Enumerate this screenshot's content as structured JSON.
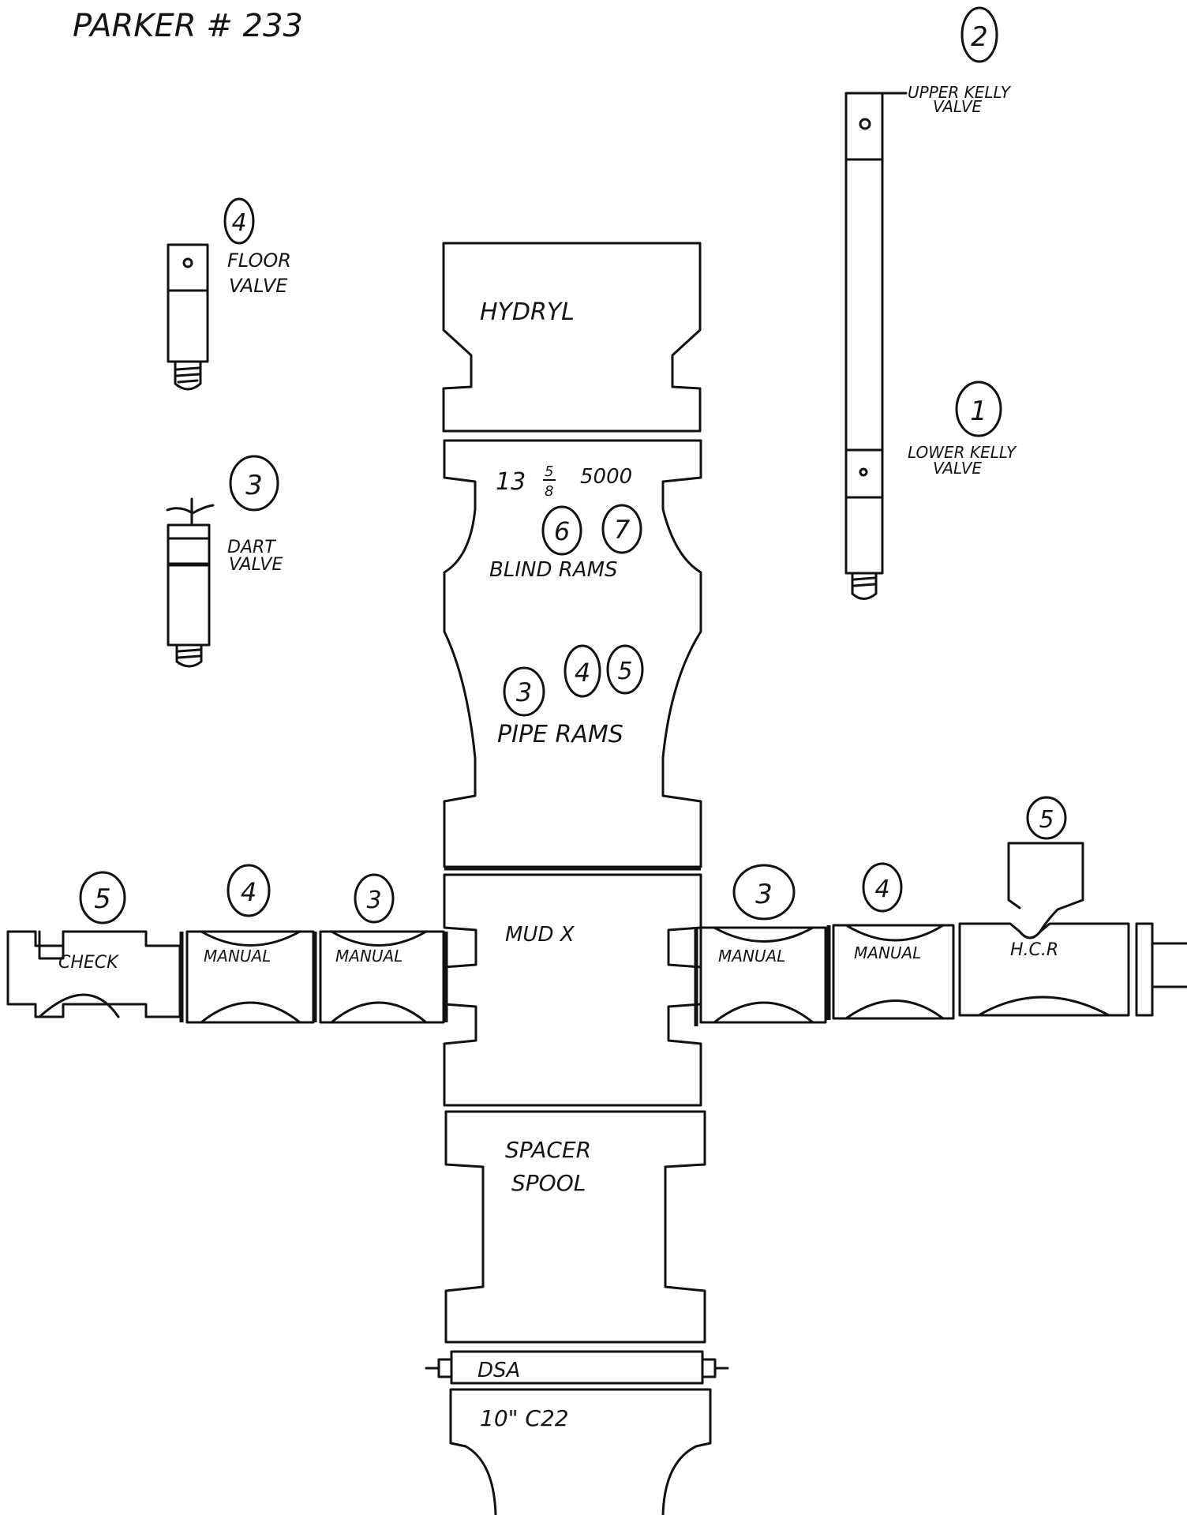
{
  "title": "PARKER # 233",
  "stack": {
    "hydril": "HYDRYL",
    "bop_size": "13 5/8 5000",
    "blind_rams": "BLIND RAMS",
    "blind_ram_numbers": [
      "6",
      "7"
    ],
    "pipe_rams": "PIPE RAMS",
    "pipe_ram_numbers": [
      "3",
      "4",
      "5"
    ],
    "mud_cross": "MUD X",
    "spacer_spool_line1": "SPACER",
    "spacer_spool_line2": "SPOOL",
    "dsa": "DSA",
    "wellhead": "10\" C22"
  },
  "left_line": [
    {
      "number": "5",
      "label": "CHECK"
    },
    {
      "number": "4",
      "label": "MANUAL"
    },
    {
      "number": "3",
      "label": "MANUAL"
    }
  ],
  "right_line": [
    {
      "number": "3",
      "label": "MANUAL"
    },
    {
      "number": "4",
      "label": "MANUAL"
    },
    {
      "number": "5",
      "label": "H.C.R"
    }
  ],
  "valves": {
    "floor": {
      "number": "4",
      "label_line1": "FLOOR",
      "label_line2": "VALVE"
    },
    "dart": {
      "number": "3",
      "label_line1": "DART",
      "label_line2": "VALVE"
    },
    "upper_kelly": {
      "number": "2",
      "label_line1": "UPPER KELLY",
      "label_line2": "VALVE"
    },
    "lower_kelly": {
      "number": "1",
      "label_line1": "LOWER KELLY",
      "label_line2": "VALVE"
    }
  }
}
